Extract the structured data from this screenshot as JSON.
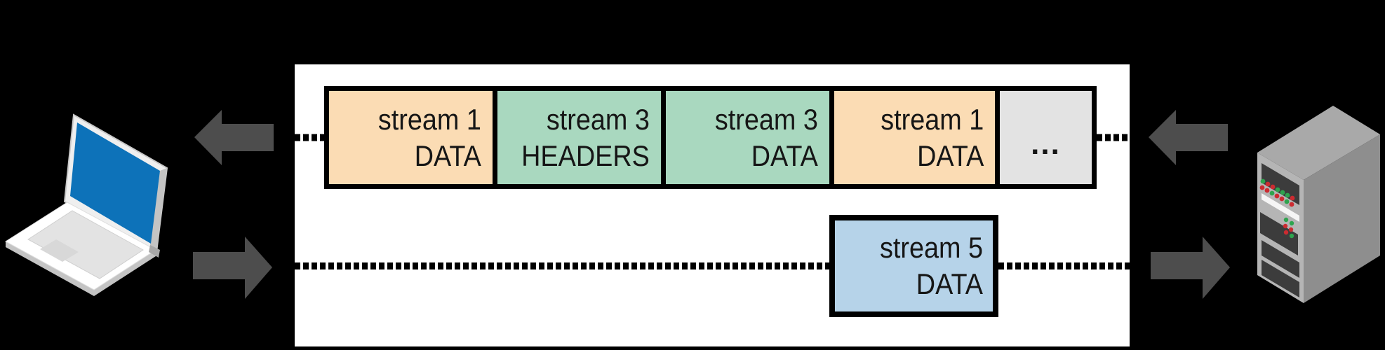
{
  "diagram": {
    "description_elements": {
      "client_icon": "laptop-icon",
      "server_icon": "server-tower-icon"
    },
    "colors": {
      "background": "#000000",
      "panel": "#ffffff",
      "frame_orange": "#fbdcb4",
      "frame_green": "#a9d8bf",
      "frame_blue": "#b6d3e9",
      "frame_gray": "#e3e3e3",
      "frame_border": "#000000",
      "arrow_gray": "#4d4d4d",
      "laptop_screen_blue": "#0d72b9",
      "server_body_gray": "#b5b5b5",
      "led_red": "#cc2b31",
      "led_green": "#2ea44e"
    },
    "connection": {
      "row1": {
        "frames": [
          {
            "line1": "stream 1",
            "line2": "DATA",
            "bg": "#fbdcb4"
          },
          {
            "line1": "stream 3",
            "line2": "HEADERS",
            "bg": "#a9d8bf"
          },
          {
            "line1": "stream 3",
            "line2": "DATA",
            "bg": "#a9d8bf"
          },
          {
            "line1": "stream 1",
            "line2": "DATA",
            "bg": "#fbdcb4"
          },
          {
            "line1": "...",
            "bg": "#e3e3e3"
          }
        ]
      },
      "row2": {
        "frame": {
          "line1": "stream 5",
          "line2": "DATA",
          "bg": "#b6d3e9"
        }
      }
    }
  }
}
